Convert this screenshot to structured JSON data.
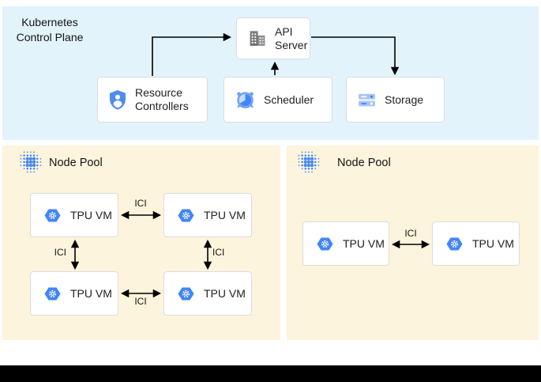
{
  "header": {
    "line1": "Kubernetes",
    "line2": "Control Plane"
  },
  "control_plane": {
    "api_server": {
      "label": "API Server",
      "icon": "building-icon"
    },
    "resource_controllers": {
      "label": "Resource Controllers",
      "icon": "shield-user-icon"
    },
    "scheduler": {
      "label": "Scheduler",
      "icon": "alarm-clock-icon"
    },
    "storage": {
      "label": "Storage",
      "icon": "storage-disks-icon"
    }
  },
  "pools": [
    {
      "title": "Node Pool",
      "vms": [
        {
          "label": "TPU VM"
        },
        {
          "label": "TPU VM"
        },
        {
          "label": "TPU VM"
        },
        {
          "label": "TPU VM"
        }
      ],
      "ici": [
        {
          "label": "ICI"
        },
        {
          "label": "ICI"
        },
        {
          "label": "ICI"
        },
        {
          "label": "ICI"
        }
      ]
    },
    {
      "title": "Node Pool",
      "vms": [
        {
          "label": "TPU VM"
        },
        {
          "label": "TPU VM"
        }
      ],
      "ici": [
        {
          "label": "ICI"
        }
      ]
    }
  ],
  "colors": {
    "control_plane_bg": "#e2f3fc",
    "node_pool_bg": "#fcf4dc",
    "card_border": "#dadce0",
    "accent_blue": "#4285f4",
    "light_blue": "#a8c5f8",
    "icon_grey": "#6f6f6f",
    "arrow": "#000000",
    "footer": "#000000"
  }
}
